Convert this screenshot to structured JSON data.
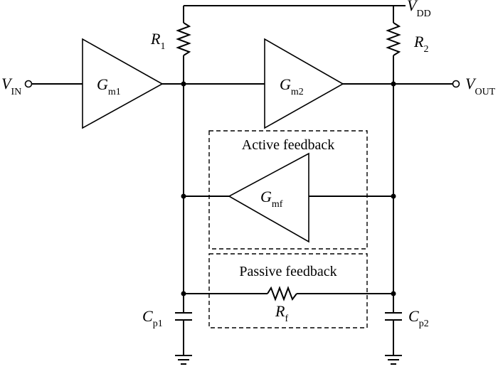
{
  "labels": {
    "vdd": "V",
    "vdd_sub": "DD",
    "vin": "V",
    "vin_sub": "IN",
    "vout": "V",
    "vout_sub": "OUT",
    "r1": "R",
    "r1_sub": "1",
    "r2": "R",
    "r2_sub": "2",
    "gm1": "G",
    "gm1_sub": "m1",
    "gm2": "G",
    "gm2_sub": "m2",
    "gmf": "G",
    "gmf_sub": "mf",
    "rf": "R",
    "rf_sub": "f",
    "cp1": "C",
    "cp1_sub": "p1",
    "cp2": "C",
    "cp2_sub": "p2"
  },
  "boxes": {
    "active": "Active feedback",
    "passive": "Passive feedback"
  }
}
